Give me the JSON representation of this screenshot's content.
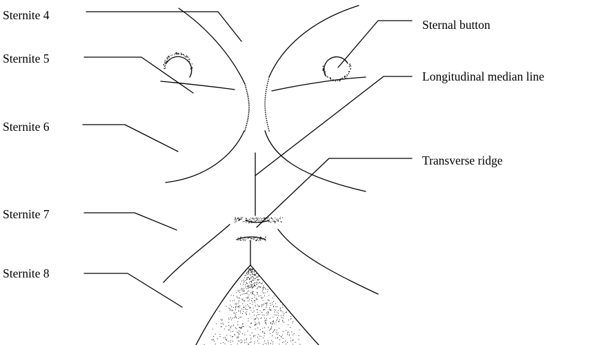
{
  "labels": {
    "sternite_4": "Sternite 4",
    "sternite_5": "Sternite 5",
    "sternite_6": "Sternite 6",
    "sternite_7": "Sternite 7",
    "sternite_8": "Sternite 8",
    "sternal_button": "Sternal button",
    "longitudinal_median_line": "Longitudinal median line",
    "transverse_ridge": "Transverse ridge"
  },
  "colors": {
    "ink": "#000000",
    "background": "#ffffff"
  }
}
